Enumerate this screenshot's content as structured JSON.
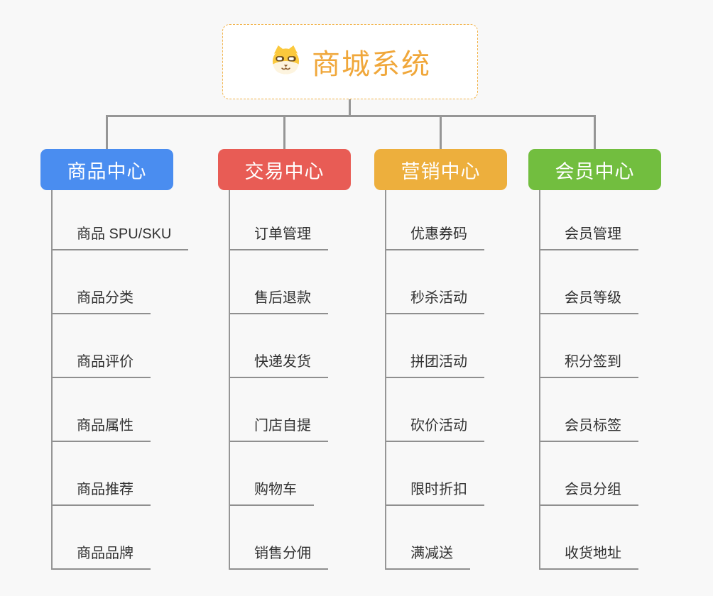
{
  "root": {
    "title": "商城系统",
    "icon": "dog-face-icon",
    "text_color": "#F0A73A",
    "border_color": "#F2B44C"
  },
  "branches": [
    {
      "label": "商品中心",
      "color": "#4A8DF0",
      "children": [
        "商品 SPU/SKU",
        "商品分类",
        "商品评价",
        "商品属性",
        "商品推荐",
        "商品品牌"
      ]
    },
    {
      "label": "交易中心",
      "color": "#E85C55",
      "children": [
        "订单管理",
        "售后退款",
        "快递发货",
        "门店自提",
        "购物车",
        "销售分佣"
      ]
    },
    {
      "label": "营销中心",
      "color": "#EDAF3D",
      "children": [
        "优惠券码",
        "秒杀活动",
        "拼团活动",
        "砍价活动",
        "限时折扣",
        "满减送"
      ]
    },
    {
      "label": "会员中心",
      "color": "#72BE3F",
      "children": [
        "会员管理",
        "会员等级",
        "积分签到",
        "会员标签",
        "会员分组",
        "收货地址"
      ]
    }
  ],
  "connector_color": "#969696"
}
